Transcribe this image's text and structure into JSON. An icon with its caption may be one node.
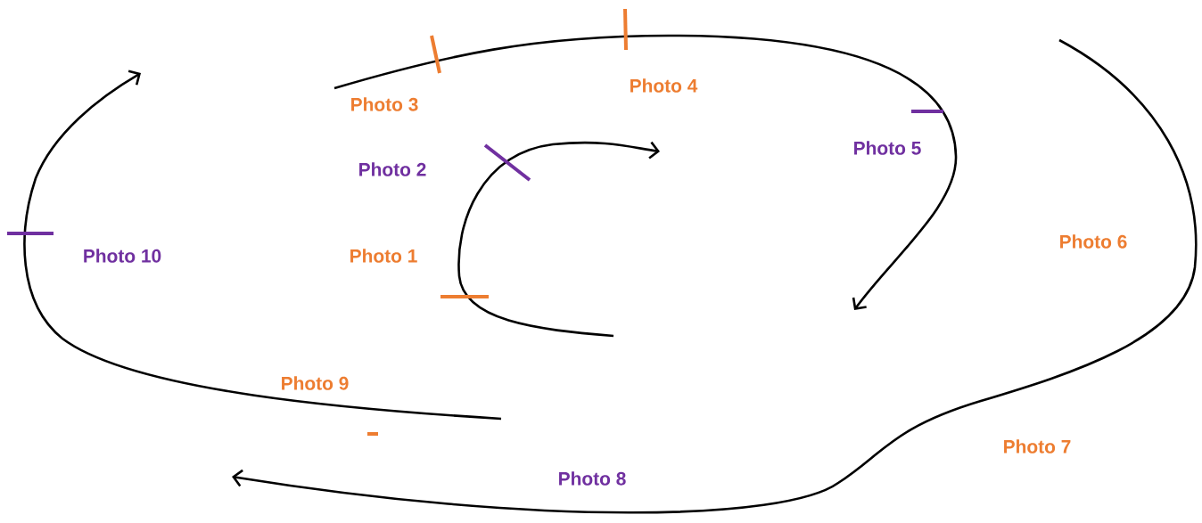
{
  "diagram": {
    "labels": [
      "Photo 1",
      "Photo 2",
      "Photo 3",
      "Photo 4",
      "Photo 5",
      "Photo 6",
      "Photo 7",
      "Photo 8",
      "Photo 9",
      "Photo 10"
    ]
  }
}
